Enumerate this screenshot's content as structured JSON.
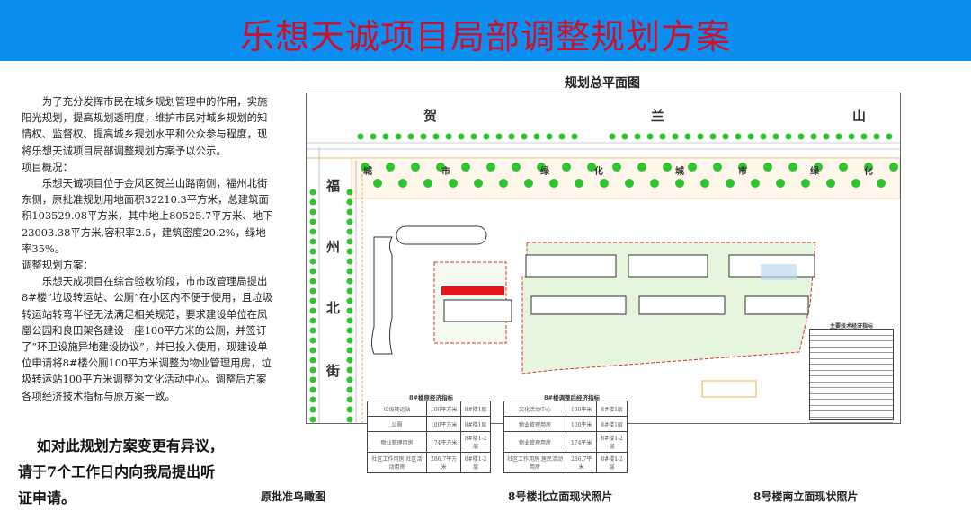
{
  "header": {
    "title": "乐想天诚项目局部调整规划方案"
  },
  "notice": {
    "intro": "为了充分发挥市民在城乡规划管理中的作用，实施阳光规划，提高规划透明度，维护市民对城乡规划的知情权、监督权、提高城乡规划水平和公众参与程度，现将乐想天诚项目局部调整规划方案予以公示。",
    "overview_heading": "项目概况：",
    "overview": "乐想天诚项目位于金凤区贺兰山路南侧，福州北街东侧，原批准规划用地面积32210.3平方米，总建筑面积103529.08平方米，其中地上80525.7平方米、地下23003.38平方米,容积率2.5，建筑密度20.2%，绿地率35%。",
    "plan_heading": "调整规划方案：",
    "plan": "乐想天成项目在综合验收阶段，市市政管理局提出8#楼“垃圾转运站、公厕”在小区内不便于使用，且垃圾转运站转弯半径无法满足相关规范，要求建设单位在凤凰公园和良田架各建设一座100平方米的公厕，并签订了“环卫设施异地建设协议”，并已投入使用，现建设单位申请将8#楼公厕100平方米调整为物业管理用房，垃圾转运站100平方米调整为文化活动中心。调整后方案各项经济技术指标与原方案一致。",
    "appeal_line1": "如对此规划方案变更有异议，",
    "appeal_line2": "请于7个工作日内向我局提出听",
    "appeal_line3": "证申请。"
  },
  "map": {
    "title": "规划总平面图",
    "road_north": [
      "贺",
      "兰",
      "山"
    ],
    "road_west": [
      "福",
      "州",
      "北",
      "街"
    ],
    "greenbelt": [
      "城",
      "市",
      "绿",
      "化",
      "城",
      "市",
      "绿",
      "化"
    ],
    "colors": {
      "tree": "#2fc52f",
      "boundary": "#d9302c",
      "highlight": "#e8141c",
      "green_area": "#e6f5dd"
    }
  },
  "table_original": {
    "title": "8#楼原经济指标",
    "rows": [
      [
        "垃圾转运站",
        "100平方米",
        "8#楼1层"
      ],
      [
        "公厕",
        "100平方米",
        "8#楼1层"
      ],
      [
        "物业管理用房",
        "174平方米",
        "8#楼1-2层"
      ],
      [
        "社区工作用房 社区活动用房",
        "286.7平方米",
        "8#楼1-2层"
      ]
    ]
  },
  "table_adjusted": {
    "title": "8#楼调整后经济指标",
    "rows": [
      [
        "文化活动中心",
        "100平米",
        "8#楼1层"
      ],
      [
        "物业管理用房",
        "100平米",
        "8#楼1层"
      ],
      [
        "物业管理用房",
        "174平米",
        "8#楼1-2层"
      ],
      [
        "社区工作用房 居民活动用房",
        "286.7平米",
        "8#楼1-2层"
      ]
    ]
  },
  "tech_table": {
    "title": "主要技术经济指标"
  },
  "captions": [
    "原批准鸟瞰图",
    "8号楼北立面现状照片",
    "8号楼南立面现状照片"
  ]
}
